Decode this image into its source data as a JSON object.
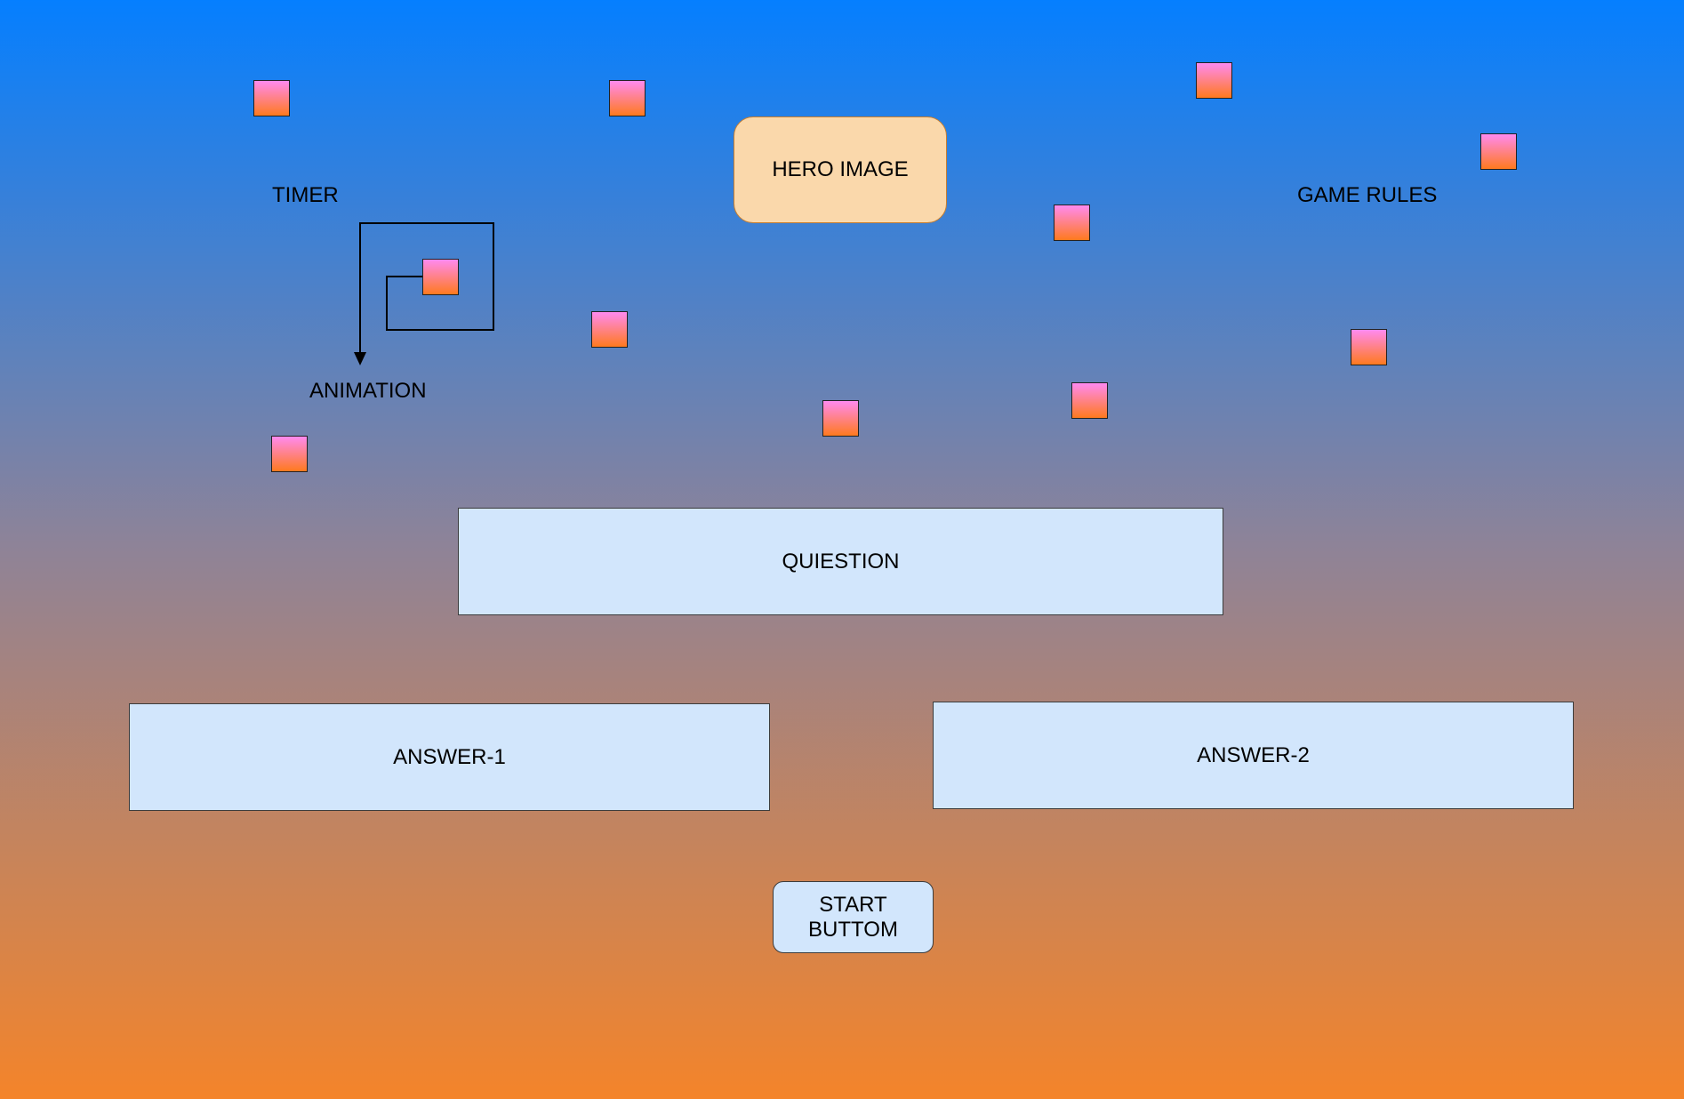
{
  "labels": {
    "timer": "TIMER",
    "animation": "ANIMATION",
    "game_rules": "GAME RULES"
  },
  "boxes": {
    "hero_image": "HERO IMAGE",
    "question": "QUIESTION",
    "answer_1": "ANSWER-1",
    "answer_2": "ANSWER-2",
    "start_button": "START\nBUTTOM"
  },
  "colors": {
    "background_top": "#057FFF",
    "background_bottom": "#F4842A",
    "box_fill": "#D2E6FC",
    "hero_fill": "#FAD8AB",
    "square_top": "#FF8AF0",
    "square_bottom": "#FF7A1E"
  }
}
